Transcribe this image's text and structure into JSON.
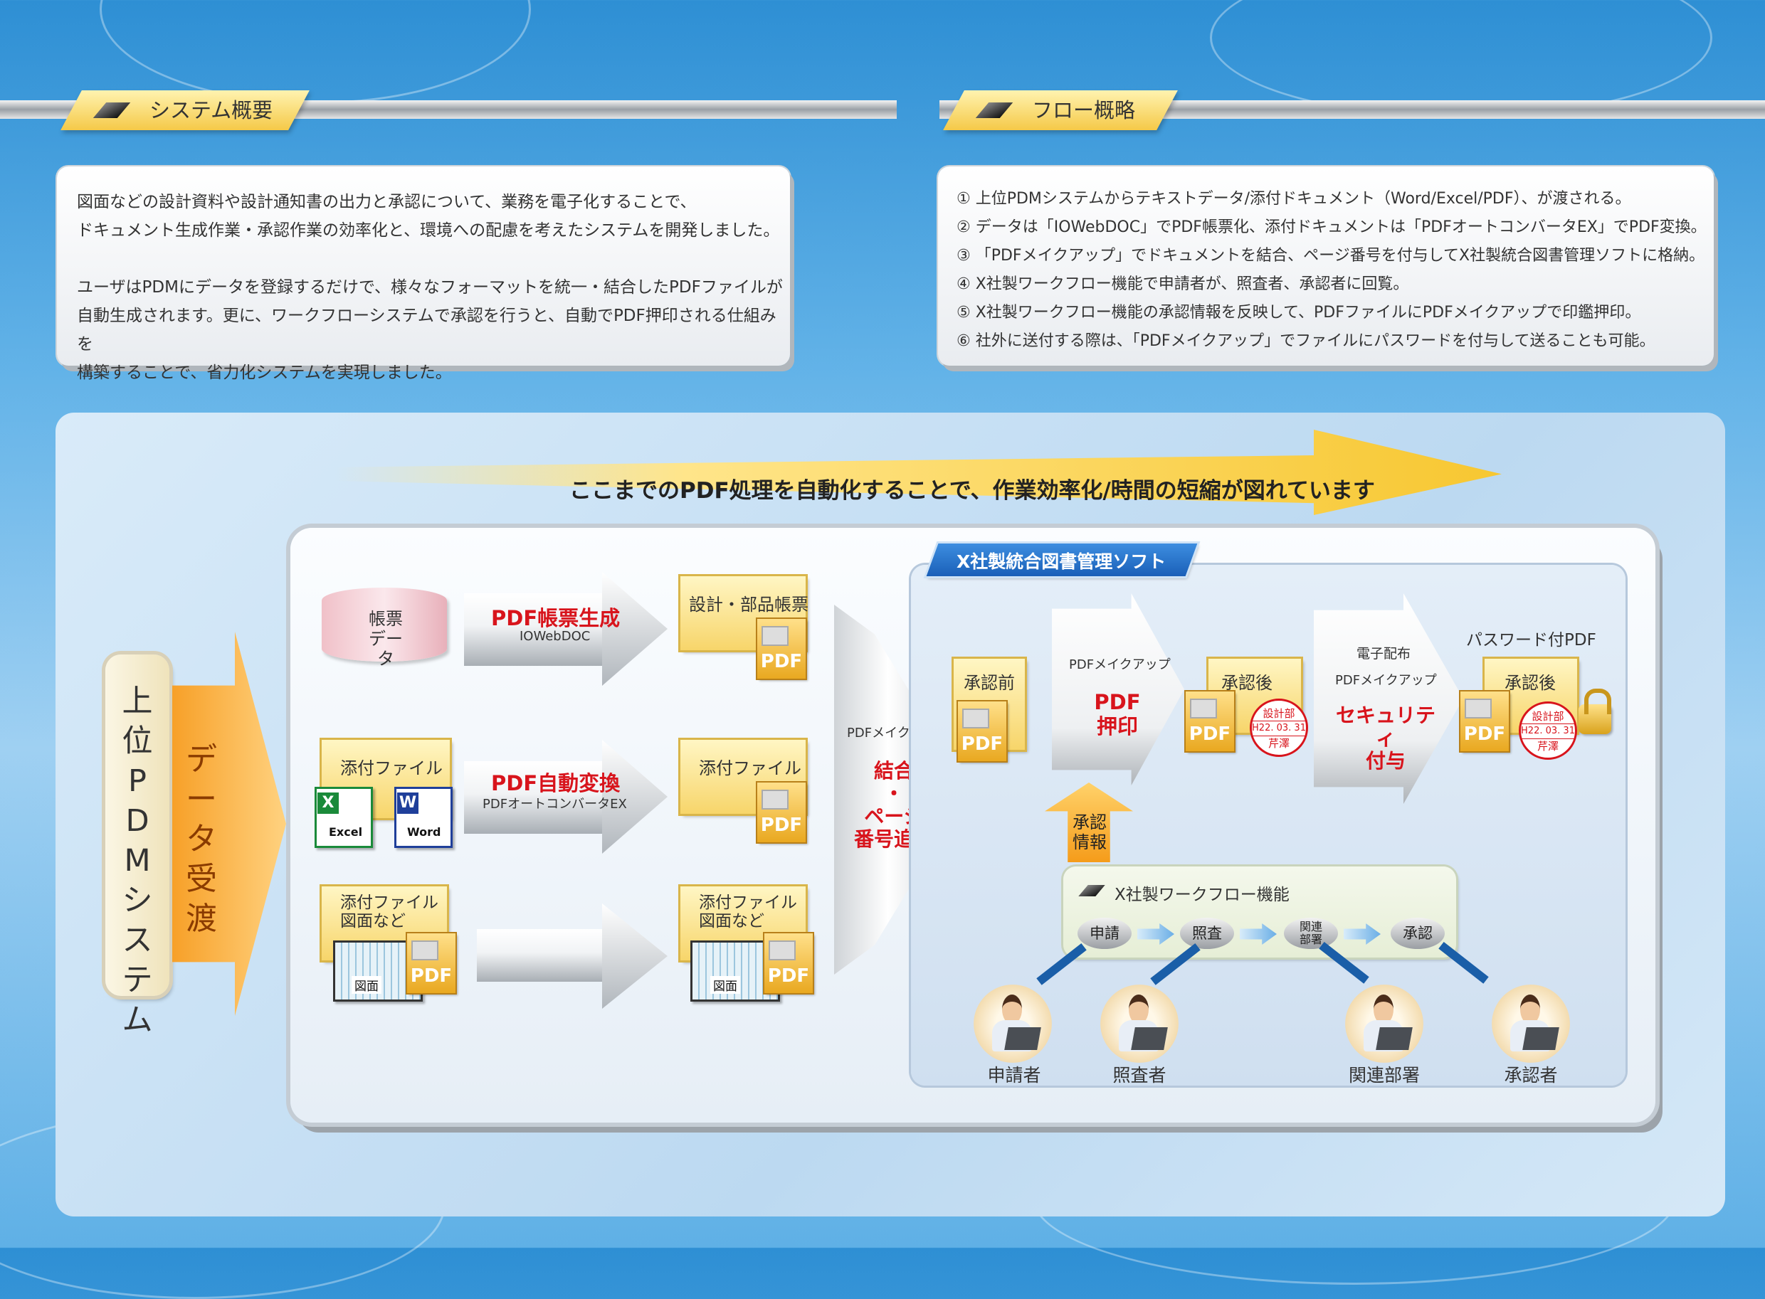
{
  "left_header": {
    "title": "システム概要"
  },
  "right_header": {
    "title": "フロー概略"
  },
  "overview": {
    "p1_line1": "図面などの設計資料や設計通知書の出力と承認について、業務を電子化することで、",
    "p1_line2": "ドキュメント生成作業・承認作業の効率化と、環境への配慮を考えたシステムを開発しました。",
    "p2_line1": "ユーザはPDMにデータを登録するだけで、様々なフォーマットを統一・結合したPDFファイルが",
    "p2_line2": "自動生成されます。更に、ワークフローシステムで承認を行うと、自動でPDF押印される仕組みを",
    "p2_line3": "構築することで、省力化システムを実現しました。"
  },
  "flow": {
    "steps": [
      "①  上位PDMシステムからテキストデータ/添付ドキュメント（Word/Excel/PDF）、が渡される。",
      "②  データは「IOWebDOC」でPDF帳票化、添付ドキュメントは「PDFオートコンバータEX」でPDF変換。",
      "③  「PDFメイクアップ」でドキュメントを結合、ページ番号を付与してX社製統合図書管理ソフトに格納。",
      "④  X社製ワークフロー機能で申請者が、照査者、承認者に回覧。",
      "⑤  X社製ワークフロー機能の承認情報を反映して、PDFファイルにPDFメイクアップで印鑑押印。",
      "⑥  社外に送付する際は、「PDFメイクアップ」でファイルにパスワードを付与して送ることも可能。"
    ]
  },
  "diagram": {
    "banner": "ここまでのPDF処理を自動化することで、作業効率化/時間の短縮が図れています",
    "pdm_system": "上位PDMシステム",
    "data_transfer": "データ受渡",
    "form_data": "帳票データ",
    "pdf_form_gen": "PDF帳票生成",
    "iowebdoc": "IOWebDOC",
    "design_forms": "設計・部品帳票",
    "attached_file": "添付ファイル",
    "excel": "Excel",
    "word": "Word",
    "pdf_auto_convert": "PDF自動変換",
    "pdf_auto_converter_ex": "PDFオートコンバータEX",
    "attached_drawings_l1": "添付ファイル",
    "attached_drawings_l2": "図面など",
    "drawing": "図面",
    "pdf": "PDF",
    "pdf_makeup": "PDFメイクアップ",
    "combine": "結合",
    "dot": "・",
    "page": "ページ",
    "page_number_add": "番号追加",
    "x_doc_soft": "X社製統合図書管理ソフト",
    "before_approval": "承認前",
    "pdf_stamp_l1": "PDF",
    "pdf_stamp_l2": "押印",
    "after_approval": "承認後",
    "stamp_dept": "設計部",
    "stamp_date": "H22. 03. 31",
    "stamp_name": "芹澤",
    "electronic_dist": "電子配布",
    "security_l1": "セキュリティ",
    "security_l2": "付与",
    "password_pdf": "パスワード付PDF",
    "approval_info_l1": "承認",
    "approval_info_l2": "情報",
    "x_workflow": "X社製ワークフロー機能",
    "wf_apply": "申請",
    "wf_check": "照査",
    "wf_related_l1": "関連",
    "wf_related_l2": "部署",
    "wf_approve": "承認",
    "applicant": "申請者",
    "checker": "照査者",
    "related_dept": "関連部署",
    "approver": "承認者"
  },
  "colors": {
    "accent_red": "#d8141c",
    "accent_orange": "#f39a1e",
    "header_yellow": "#f5c948",
    "x_soft_blue": "#1f6cc4"
  }
}
